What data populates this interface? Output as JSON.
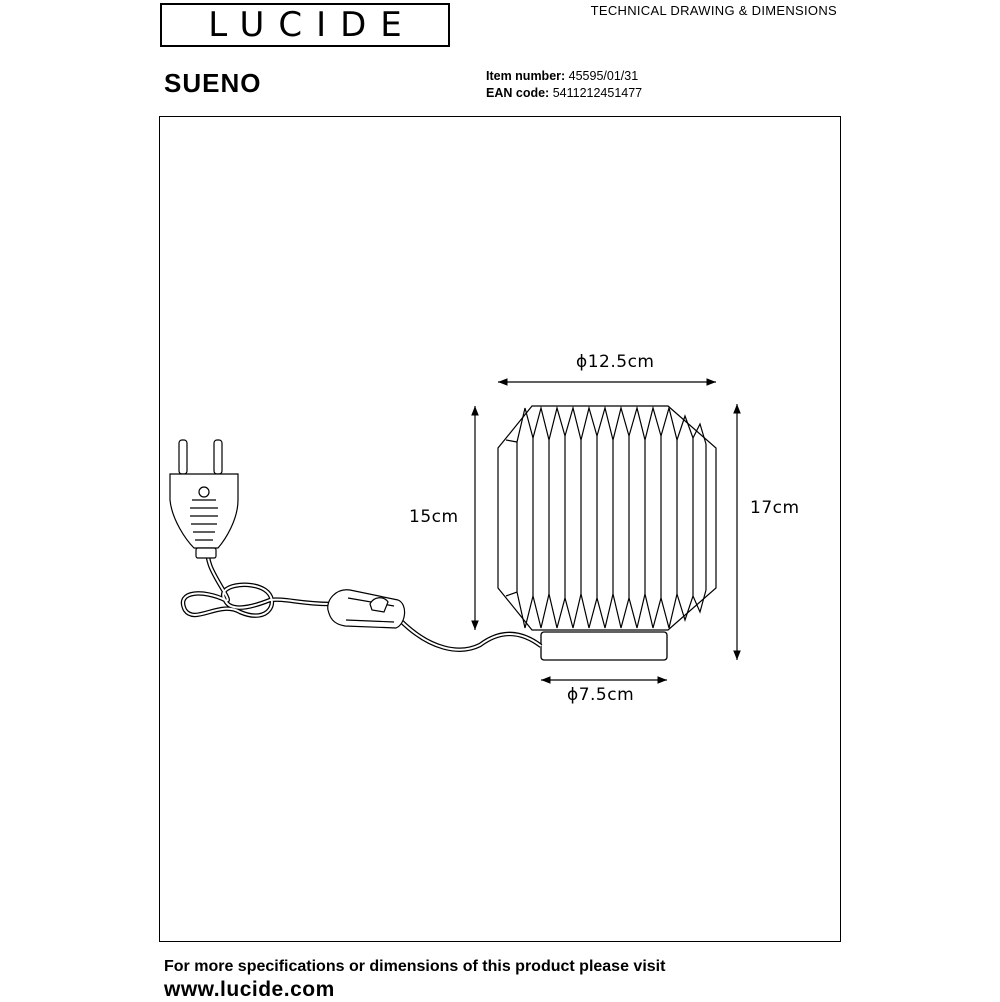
{
  "brand": {
    "logo_text": "LUCIDE"
  },
  "header": {
    "doc_type": "TECHNICAL DRAWING & DIMENSIONS"
  },
  "product": {
    "name": "SUENO",
    "item_number_label": "Item number",
    "item_number": "45595/01/31",
    "ean_label": "EAN code",
    "ean": "5411212451477"
  },
  "dimensions": {
    "shade_diameter": "ϕ12.5cm",
    "shade_height": "15cm",
    "total_height": "17cm",
    "base_diameter": "ϕ7.5cm"
  },
  "footer": {
    "line1": "For more specifications or dimensions of this product please visit",
    "url": "www.lucide.com"
  }
}
